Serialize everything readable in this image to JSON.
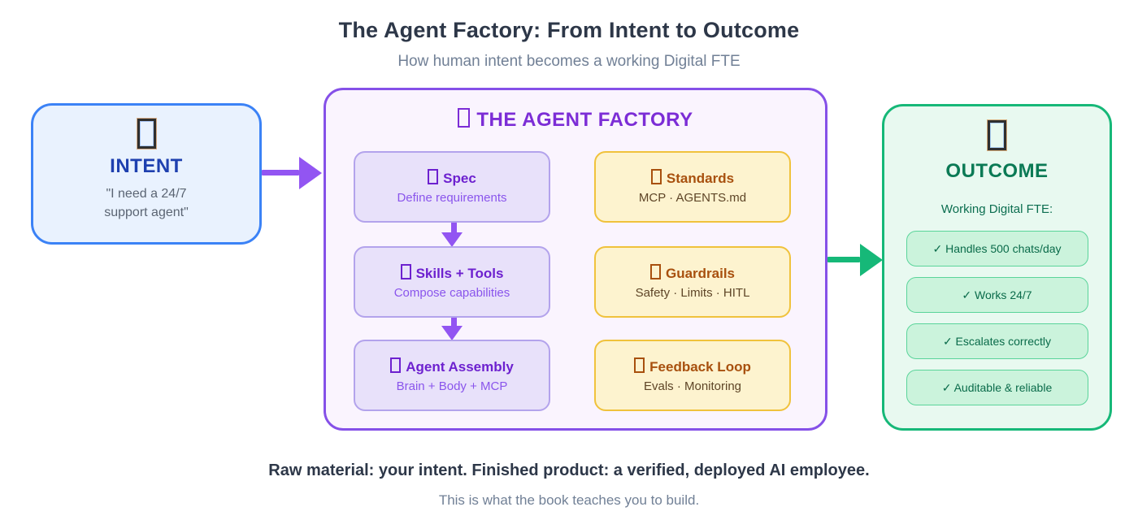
{
  "header": {
    "title": "The Agent Factory: From Intent to Outcome",
    "subtitle": "How human intent becomes a working Digital FTE"
  },
  "intent": {
    "icon": "missing-emoji-tofu-box",
    "title": "INTENT",
    "quote": "\"I need a 24/7\nsupport agent\""
  },
  "factory": {
    "icon": "missing-emoji-tofu-box",
    "title": "THE AGENT FACTORY",
    "steps": [
      {
        "icon": "missing-emoji-tofu-box",
        "title": "Spec",
        "subtitle": "Define requirements"
      },
      {
        "icon": "missing-emoji-tofu-box",
        "title": "Skills + Tools",
        "subtitle": "Compose capabilities"
      },
      {
        "icon": "missing-emoji-tofu-box",
        "title": "Agent Assembly",
        "subtitle": "Brain + Body + MCP"
      }
    ],
    "modules": [
      {
        "icon": "missing-emoji-tofu-box",
        "title": "Standards",
        "subtitle": "MCP · AGENTS.md"
      },
      {
        "icon": "missing-emoji-tofu-box",
        "title": "Guardrails",
        "subtitle": "Safety · Limits · HITL"
      },
      {
        "icon": "missing-emoji-tofu-box",
        "title": "Feedback Loop",
        "subtitle": "Evals · Monitoring"
      }
    ]
  },
  "outcome": {
    "icon": "missing-emoji-tofu-box",
    "title": "OUTCOME",
    "subtitle": "Working Digital FTE:",
    "checks": [
      "✓ Handles 500 chats/day",
      "✓ Works 24/7",
      "✓ Escalates correctly",
      "✓ Auditable & reliable"
    ]
  },
  "footer": {
    "headline": "Raw material: your intent. Finished product: a verified, deployed AI employee.",
    "note": "This is what the book teaches you to build."
  },
  "colors": {
    "intent_blue_border": "#3b82f6",
    "intent_blue_bg": "#e9f2fe",
    "intent_title_blue": "#1e40af",
    "factory_purple_border": "#8550e8",
    "factory_purple_title": "#7c2dd6",
    "step_purple_bg": "#e8e1fa",
    "module_amber_bg": "#fdf3cf",
    "module_amber_border": "#f0c23c",
    "module_title_brown": "#a8500e",
    "outcome_green_border": "#16b878",
    "outcome_green_bg": "#e8f9f0",
    "outcome_title_green": "#0b7a55",
    "arrow_purple": "#9255f2",
    "arrow_green": "#16b878"
  }
}
